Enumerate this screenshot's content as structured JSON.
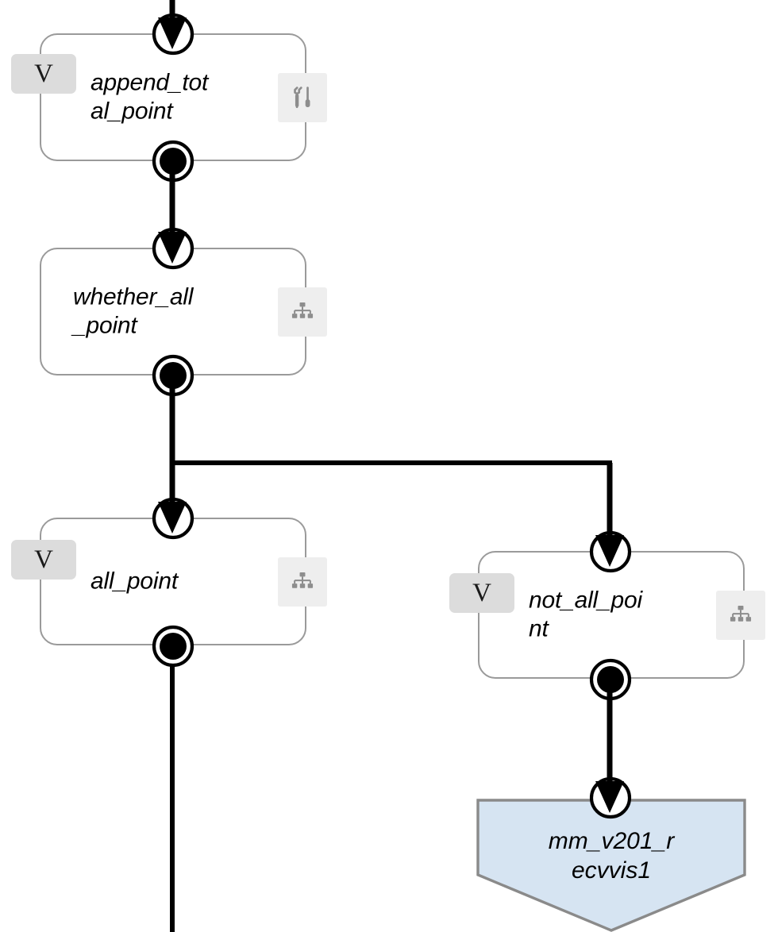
{
  "diagram": {
    "type": "workflow-flowchart",
    "title": "",
    "background_color": "#ffffff",
    "nodes": [
      {
        "id": "append_total_point",
        "label": "append_tot\nal_point",
        "shape": "rounded-rectangle",
        "badge": "V",
        "icon": "tools-icon",
        "fill": "#ffffff",
        "border_color": "#9a9a9a"
      },
      {
        "id": "whether_all_point",
        "label": "whether_all\n_point",
        "shape": "rounded-rectangle",
        "badge": "",
        "icon": "hierarchy-icon",
        "fill": "#ffffff",
        "border_color": "#9a9a9a"
      },
      {
        "id": "all_point",
        "label": "all_point",
        "shape": "rounded-rectangle",
        "badge": "V",
        "icon": "hierarchy-icon",
        "fill": "#ffffff",
        "border_color": "#9a9a9a"
      },
      {
        "id": "not_all_point",
        "label": "not_all_poi\nnt",
        "shape": "rounded-rectangle",
        "badge": "V",
        "icon": "hierarchy-icon",
        "fill": "#ffffff",
        "border_color": "#9a9a9a"
      },
      {
        "id": "mm_v201_recvvis1",
        "label": "mm_v201_r\necvvis1",
        "shape": "pentagon",
        "badge": "",
        "icon": "",
        "fill": "#d6e4f2",
        "border_color": "#8a8a8a"
      }
    ],
    "edges": [
      {
        "from": "diagram-top",
        "to": "append_total_point",
        "style": "solid-arrow"
      },
      {
        "from": "append_total_point",
        "to": "whether_all_point",
        "style": "solid-arrow"
      },
      {
        "from": "whether_all_point",
        "to": "all_point",
        "style": "solid-arrow"
      },
      {
        "from": "whether_all_point",
        "to": "not_all_point",
        "style": "solid-arrow-orthogonal"
      },
      {
        "from": "not_all_point",
        "to": "mm_v201_recvvis1",
        "style": "solid-arrow"
      },
      {
        "from": "all_point",
        "to": "diagram-bottom",
        "style": "solid-line"
      }
    ],
    "colors": {
      "edge": "#000000",
      "node_border": "#9a9a9a",
      "badge_bg": "#dcdcdc",
      "icon_bg": "#eeeeee",
      "pentagon_fill": "#d6e4f2",
      "pentagon_border": "#8a8a8a",
      "text": "#000000"
    },
    "icon_names": {
      "tools": "tools-icon",
      "hierarchy": "hierarchy-icon",
      "entry_port": "entry-event-icon",
      "exit_port": "exit-event-icon"
    }
  }
}
